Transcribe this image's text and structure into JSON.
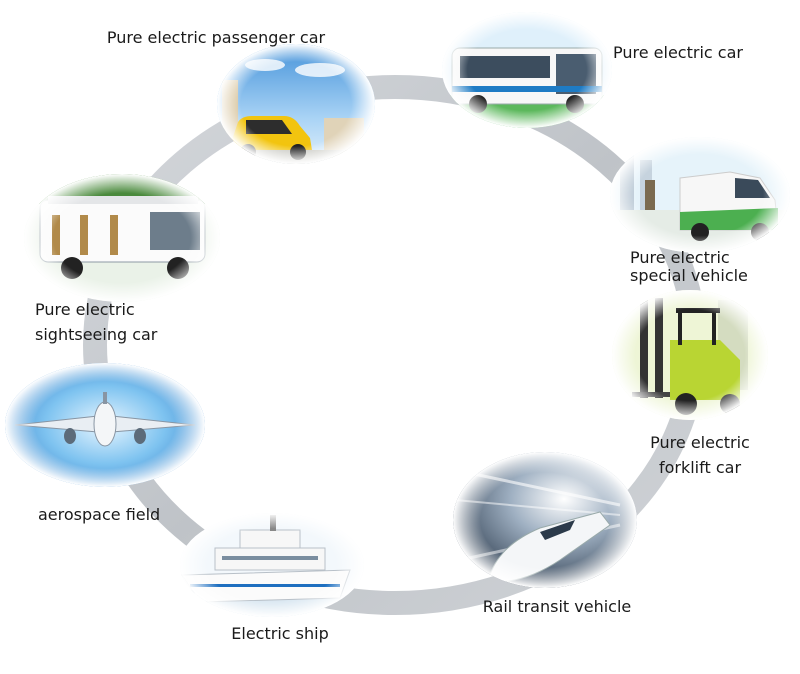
{
  "diagram": {
    "nodes": [
      {
        "id": "passenger",
        "label": "Pure electric passenger car",
        "icon": "yellow-compact-car-icon"
      },
      {
        "id": "car",
        "label": "Pure electric car",
        "icon": "electric-bus-icon"
      },
      {
        "id": "special",
        "label_lines": [
          "Pure electric",
          "special vehicle"
        ],
        "icon": "green-van-icon"
      },
      {
        "id": "forklift",
        "label_lines": [
          "Pure electric",
          "forklift car"
        ],
        "icon": "forklift-icon"
      },
      {
        "id": "rail",
        "label": "Rail transit vehicle",
        "icon": "bullet-train-icon"
      },
      {
        "id": "ship",
        "label": "Electric ship",
        "icon": "ship-icon"
      },
      {
        "id": "aero",
        "label": "aerospace field",
        "icon": "airplane-icon"
      },
      {
        "id": "sightseeing",
        "label_lines": [
          "Pure electric",
          "sightseeing car"
        ],
        "icon": "sightseeing-cart-icon"
      }
    ],
    "colors": {
      "ring": "#c9ccd0",
      "sky": "#5aa9e6",
      "grass": "#5cb85c",
      "yellow": "#f2c40f",
      "lime": "#b9d533"
    }
  }
}
